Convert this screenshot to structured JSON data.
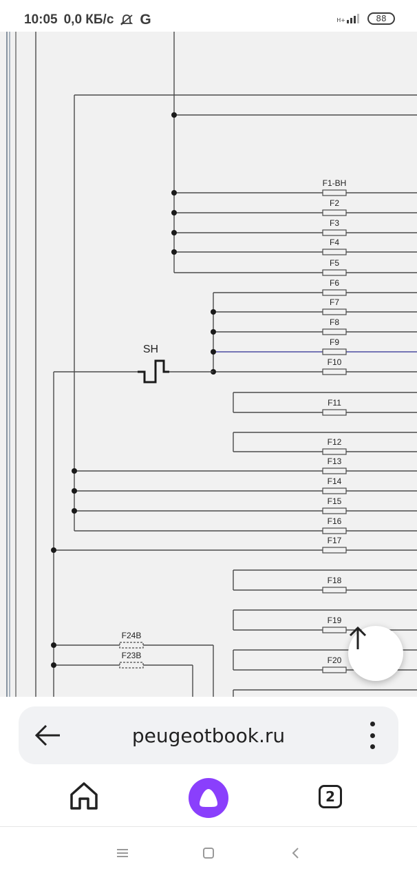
{
  "status_bar": {
    "time": "10:05",
    "net_speed": "0,0 КБ/с",
    "g_icon": "G",
    "network_label": "H+",
    "battery": "88",
    "icons": [
      "mute-icon",
      "google-icon",
      "signal-icon",
      "battery-icon"
    ]
  },
  "diagram": {
    "switch_label": "SH",
    "fuses": [
      "F1-BH",
      "F2",
      "F3",
      "F4",
      "F5",
      "F6",
      "F7",
      "F8",
      "F9",
      "F10",
      "F11",
      "F12",
      "F13",
      "F14",
      "F15",
      "F16",
      "F17",
      "F18",
      "F19",
      "F20"
    ],
    "extra_fuses": [
      "F24B",
      "F23B"
    ],
    "line_color": "#4a4a4a",
    "accent_line_color": "#4a4aa0"
  },
  "browser": {
    "url": "peugeotbook.ru",
    "tabs_count": "2",
    "accent": "#8a3ffc"
  }
}
